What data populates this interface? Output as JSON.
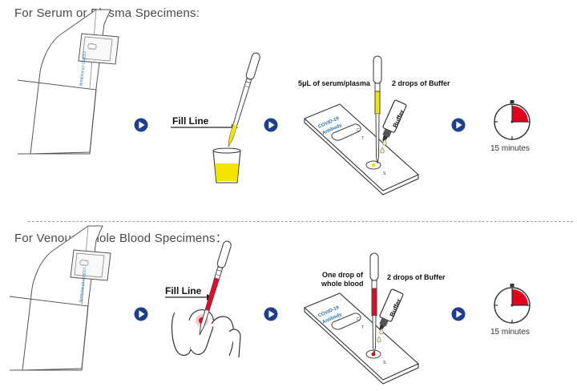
{
  "sections": [
    {
      "title": "For Serum or Plasma Specimens:",
      "fill_line_label": "Fill Line",
      "sample_label": "5μL of serum/plasma",
      "buffer_label": "2 drops of Buffer",
      "timer_label": "15 minutes"
    },
    {
      "title": "For Venous Whole Blood Specimens：",
      "fill_line_label": "Fill Line",
      "sample_label_line1": "One drop of",
      "sample_label_line2": "whole blood",
      "buffer_label": "2 drops of Buffer",
      "timer_label": "15 minutes"
    }
  ],
  "cassette": {
    "name_line1": "COVID-19",
    "name_line2": "Antibody",
    "mark_c": "C",
    "mark_t": "T",
    "mark_s": "S"
  },
  "pouch_text": "COVID-19 Antibody",
  "bottle_label": "Buffer",
  "colors": {
    "arrow_blue": "#1f3f8a",
    "timer_red": "#e0001b",
    "serum_yellow": "#f2e400",
    "blood_red": "#d8102a",
    "text_blue": "#1a70b8"
  }
}
